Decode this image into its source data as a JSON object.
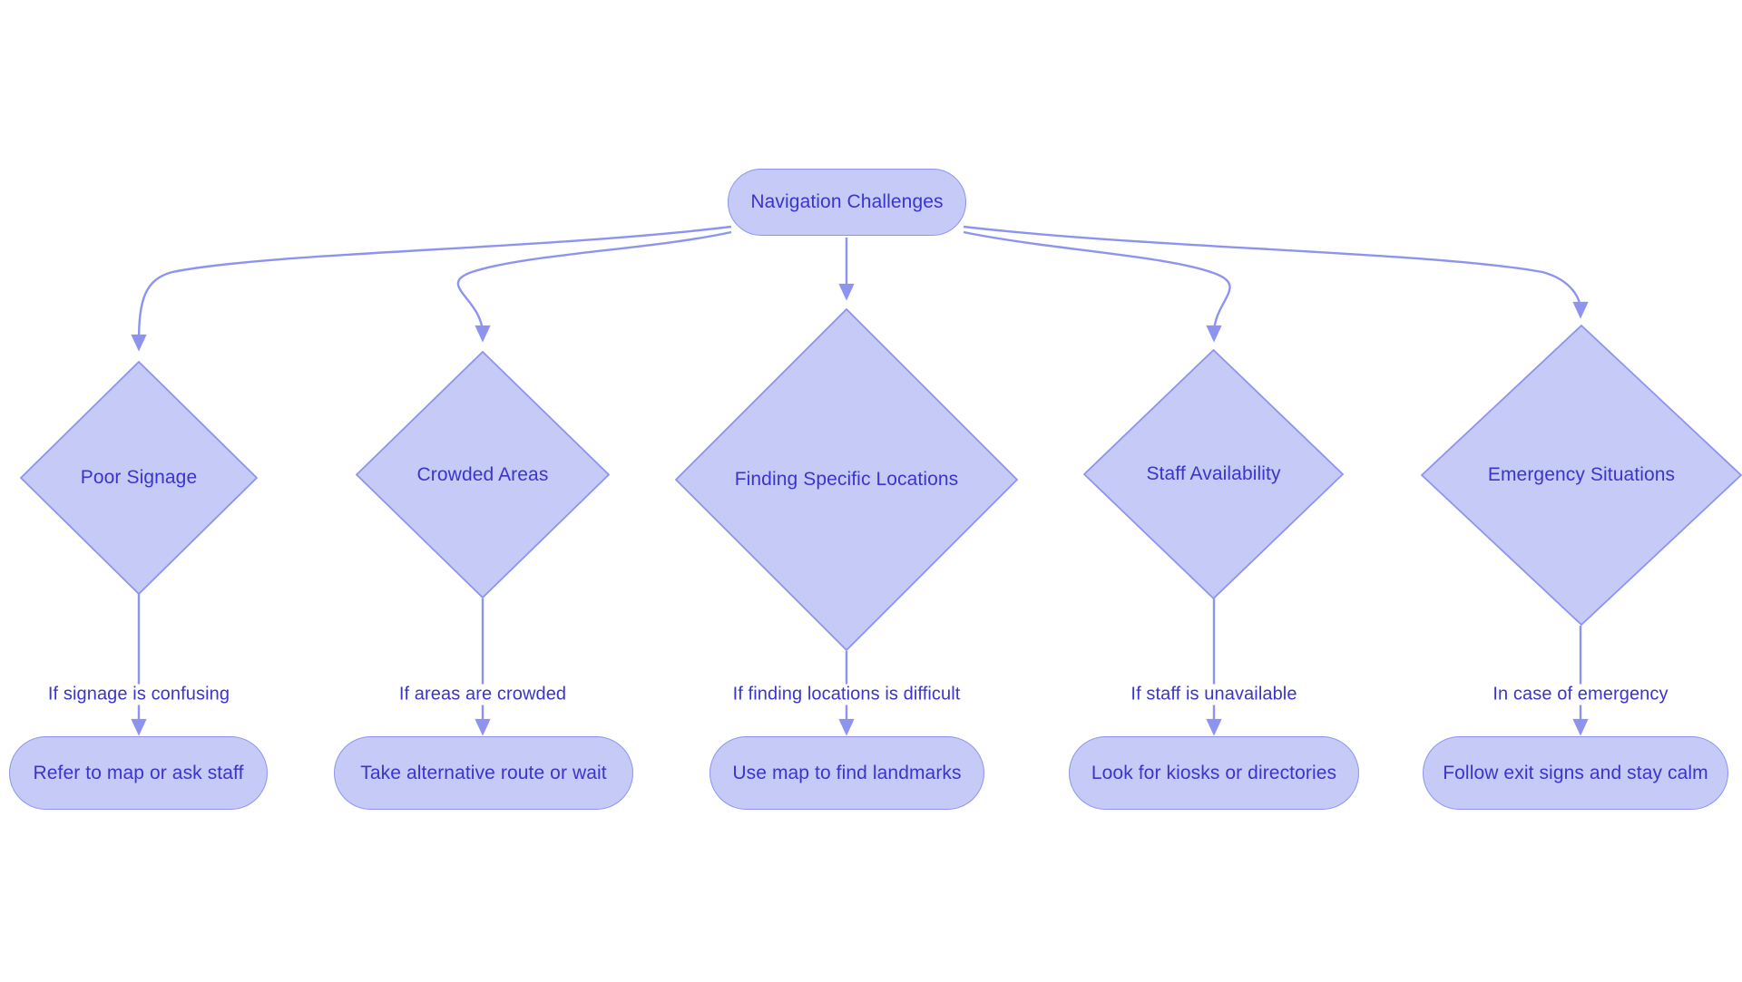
{
  "diagram": {
    "type": "flowchart",
    "title": "Navigation Challenges",
    "colors": {
      "node_fill": "#c5caf7",
      "node_stroke": "#8e93ef",
      "text": "#3b35cc",
      "edge": "#8e93ef",
      "background": "#ffffff"
    },
    "root": {
      "id": "root",
      "label": "Navigation Challenges",
      "shape": "rounded-pill"
    },
    "branches": [
      {
        "id": "poor-signage",
        "decision_label": "Poor Signage",
        "decision_shape": "diamond",
        "edge_label": "If signage is confusing",
        "outcome_label": "Refer to map or ask staff",
        "outcome_shape": "rounded-pill"
      },
      {
        "id": "crowded-areas",
        "decision_label": "Crowded Areas",
        "decision_shape": "diamond",
        "edge_label": "If areas are crowded",
        "outcome_label": "Take alternative route or wait",
        "outcome_shape": "rounded-pill"
      },
      {
        "id": "finding-specific-locations",
        "decision_label": "Finding Specific Locations",
        "decision_shape": "diamond",
        "edge_label": "If finding locations is difficult",
        "outcome_label": "Use map to find landmarks",
        "outcome_shape": "rounded-pill"
      },
      {
        "id": "staff-availability",
        "decision_label": "Staff Availability",
        "decision_shape": "diamond",
        "edge_label": "If staff is unavailable",
        "outcome_label": "Look for kiosks or directories",
        "outcome_shape": "rounded-pill"
      },
      {
        "id": "emergency-situations",
        "decision_label": "Emergency Situations",
        "decision_shape": "diamond",
        "edge_label": "In case of emergency",
        "outcome_label": "Follow exit signs and stay calm",
        "outcome_shape": "rounded-pill"
      }
    ]
  }
}
